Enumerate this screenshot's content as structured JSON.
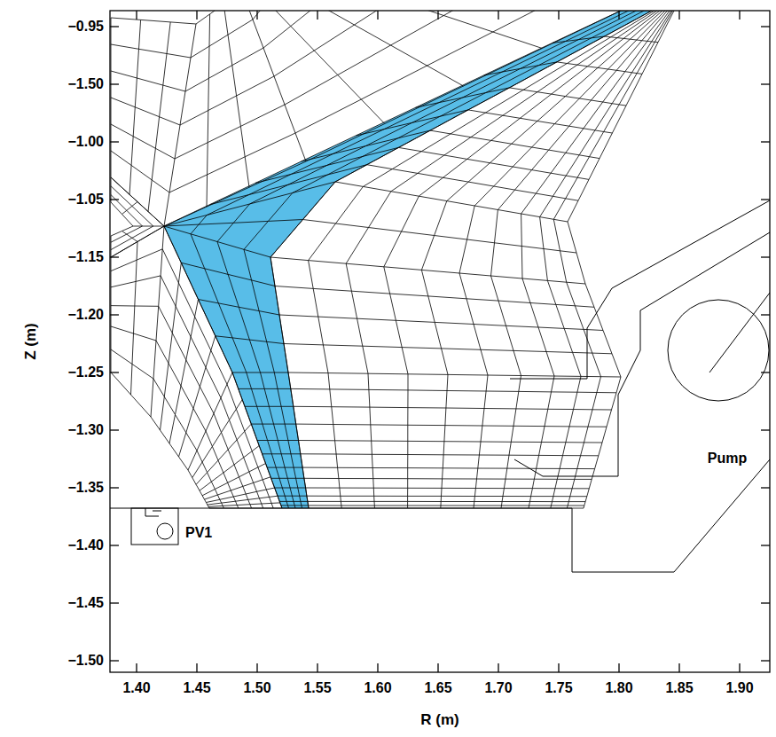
{
  "diagram": {
    "labels": [
      "−0.95",
      "−1.50",
      "−1.00",
      "−1.05",
      "−1.15",
      "−1.20",
      "−1.25",
      "−1.30",
      "−1.35",
      "−1.40",
      "−1.45",
      "−1.50",
      "1.40",
      "1.45",
      "1.50",
      "1.55",
      "1.60",
      "1.65",
      "1.70",
      "1.75",
      "1.80",
      "1.85",
      "1.90",
      "Z (m)",
      "R (m)",
      "PV1",
      "Pump"
    ]
  }
}
